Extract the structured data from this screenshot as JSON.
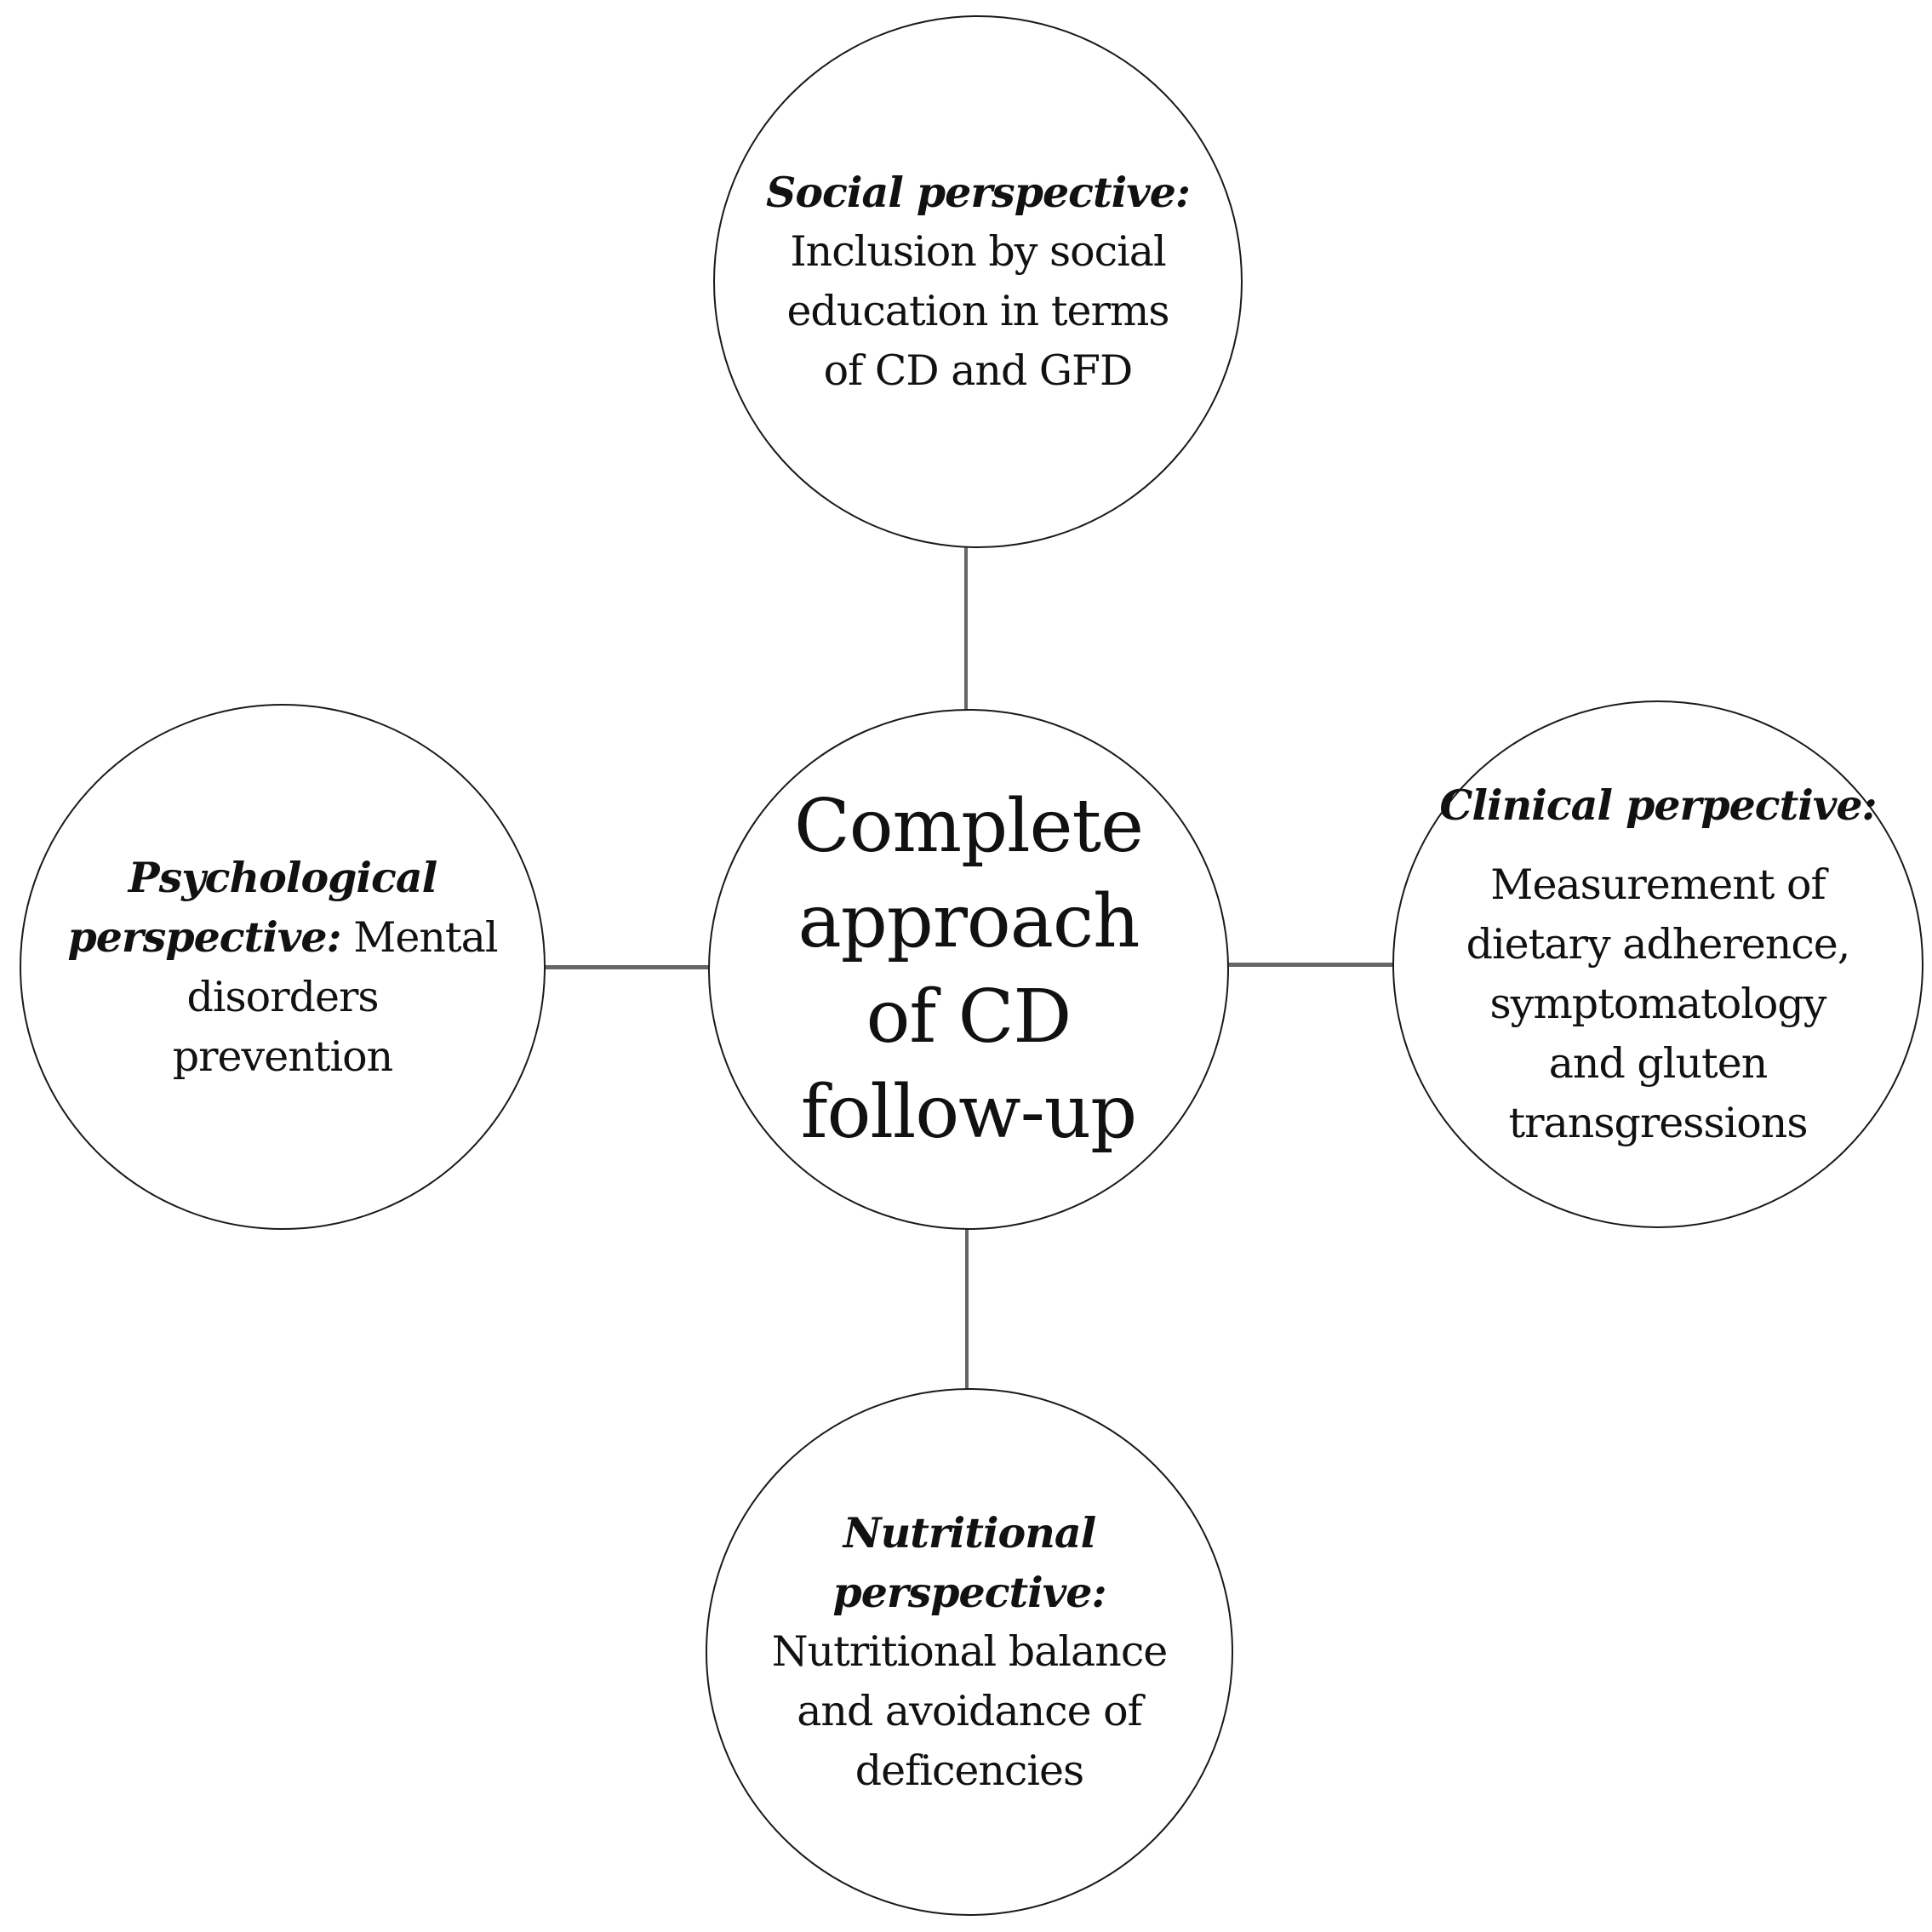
{
  "figure": {
    "background_color": "#ffffff",
    "circle_stroke_color": "#1a1a1a",
    "connector_color": "#666666",
    "text_color": "#111111"
  },
  "center_circle": {
    "lines": [
      "Complete",
      "approach",
      "of CD",
      "follow-up"
    ]
  },
  "top_circle": {
    "label": "Social perspective:",
    "body_lines": [
      "Inclusion by social",
      "education in terms",
      "of CD and GFD"
    ]
  },
  "left_circle": {
    "label_line1": "Psychological",
    "label_line2": "perspective:",
    "body_inline": "Mental",
    "body_lines": [
      "disorders",
      "prevention"
    ]
  },
  "right_circle": {
    "label": "Clinical perpective:",
    "body_lines": [
      "Measurement of",
      "dietary adherence,",
      "symptomatology",
      "and gluten",
      "transgressions"
    ]
  },
  "bottom_circle": {
    "label_lines": [
      "Nutritional",
      "perspective:"
    ],
    "body_lines": [
      "Nutritional balance",
      "and avoidance of",
      "deficencies"
    ]
  }
}
